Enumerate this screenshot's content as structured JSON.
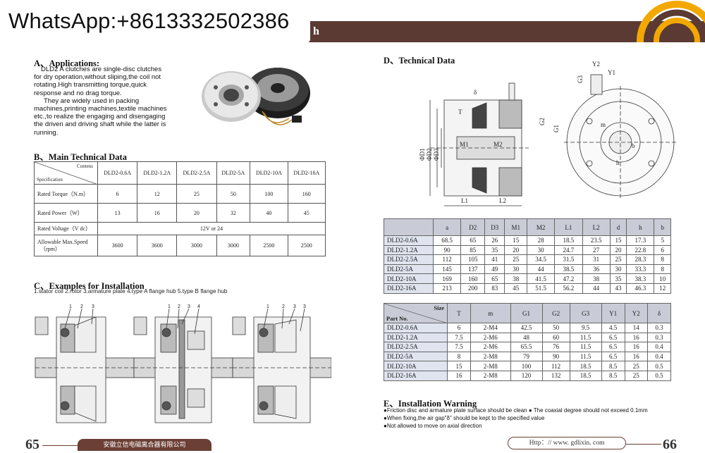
{
  "header": {
    "whatsapp": "WhatsApp:+8613332502386",
    "band_text": "h",
    "colors": {
      "band": "#5a3a32",
      "footer": "#6b3f35",
      "table_head": "#c9ccd6"
    }
  },
  "applications": {
    "title": "A、Applications:",
    "lines": [
      "DLD2 A clutches are single-disc clutches",
      "for dry operation,without sliping,the coil not",
      "rotating.High transmitting torque,quick",
      "response and no drag torque.",
      "They are widely used in packing",
      "machines,printing machines,textile machines",
      "etc.,to realize the engaging and disengaging",
      "the driven and driving shaft while the latter is",
      "running."
    ]
  },
  "main_data": {
    "title": "B、Main Technical Data",
    "corner_top": "Contens",
    "corner_bottom": "Specification",
    "models": [
      "DLD2-0.6A",
      "DLD2-1.2A",
      "DLD2-2.5A",
      "DLD2-5A",
      "DLD2-10A",
      "DLD2-16A"
    ],
    "rows": [
      {
        "label": "Rated Torque（N.m）",
        "values": [
          "6",
          "12",
          "25",
          "50",
          "100",
          "160"
        ]
      },
      {
        "label": "Rated Power（W）",
        "values": [
          "13",
          "16",
          "20",
          "32",
          "40",
          "45"
        ]
      }
    ],
    "voltage_label": "Rated Voltage（V dc）",
    "voltage_value": "12V  or  24",
    "speed_label_1": "Allowable Max.Speed",
    "speed_label_2": "（rpm）",
    "speed_values": [
      "3600",
      "3600",
      "3000",
      "3000",
      "2500",
      "2500"
    ]
  },
  "installation": {
    "title": "C、Examples for Installation",
    "legend": "1.stator coil   2.rotor   3.armature plate   4.type A flange hub    5.type B flange hub",
    "numbers": [
      "1",
      "2",
      "3",
      "4"
    ]
  },
  "technical": {
    "title": "D、Technical Data",
    "dim_labels": [
      "δ",
      "T",
      "ΦD1",
      "ΦD2",
      "ΦD3",
      "M1",
      "M2",
      "L1",
      "L2",
      "G1",
      "G2",
      "G3",
      "Y1",
      "Y2",
      "m",
      "h",
      "b"
    ],
    "table1": {
      "headers": [
        "a",
        "D2",
        "D3",
        "M1",
        "M2",
        "L1",
        "L2",
        "d",
        "h",
        "b"
      ],
      "rows": [
        [
          "DLD2-0.6A",
          "68.5",
          "65",
          "26",
          "15",
          "28",
          "18.5",
          "23.5",
          "15",
          "17.3",
          "5"
        ],
        [
          "DLD2-1.2A",
          "90",
          "85",
          "35",
          "20",
          "30",
          "24.7",
          "27",
          "20",
          "22.8",
          "6"
        ],
        [
          "DLD2-2.5A",
          "112",
          "105",
          "41",
          "25",
          "34.5",
          "31.5",
          "31",
          "25",
          "28.3",
          "8"
        ],
        [
          "DLD2-5A",
          "145",
          "137",
          "49",
          "30",
          "44",
          "38.5",
          "36",
          "30",
          "33.3",
          "8"
        ],
        [
          "DLD2-10A",
          "169",
          "160",
          "65",
          "38",
          "41.5",
          "47.2",
          "38",
          "35",
          "38.3",
          "10"
        ],
        [
          "DLD2-16A",
          "213",
          "200",
          "83",
          "45",
          "51.5",
          "56.2",
          "44",
          "43",
          "46.3",
          "12"
        ]
      ]
    },
    "table2": {
      "corner_top": "Size",
      "corner_bottom": "Part No.",
      "headers": [
        "T",
        "m",
        "G1",
        "G2",
        "G3",
        "Y1",
        "Y2",
        "δ"
      ],
      "rows": [
        [
          "DLD2-0.6A",
          "6",
          "2-M4",
          "42.5",
          "50",
          "9.5",
          "4.5",
          "14",
          "0.3"
        ],
        [
          "DLD2-1.2A",
          "7.5",
          "2-M6",
          "48",
          "60",
          "11.5",
          "6.5",
          "16",
          "0.3"
        ],
        [
          "DLD2-2.5A",
          "7.5",
          "2-M6",
          "65.5",
          "76",
          "11.5",
          "6.5",
          "16",
          "0.4"
        ],
        [
          "DLD2-5A",
          "8",
          "2-M8",
          "79",
          "90",
          "11.5",
          "6.5",
          "16",
          "0.4"
        ],
        [
          "DLD2-10A",
          "15",
          "2-M8",
          "100",
          "112",
          "18.5",
          "8.5",
          "25",
          "0.5"
        ],
        [
          "DLD2-16A",
          "16",
          "2-M8",
          "120",
          "132",
          "18.5",
          "8.5",
          "25",
          "0.5"
        ]
      ]
    }
  },
  "warning": {
    "title": "E、Installation Warning",
    "line1": "●Friction disc and armature plate surface should be clean  ● The coaxial degree should not exceed 0.1mm",
    "line2": "●When fixing,the air gap\"δ\" should be kept to the specified value",
    "line3": "●Not allowed to move on axial direction"
  },
  "footer": {
    "left_page": "65",
    "right_page": "66",
    "company": "安徽立信电磁离合器有限公司",
    "url": "Http：// www. gdlixin. com"
  }
}
